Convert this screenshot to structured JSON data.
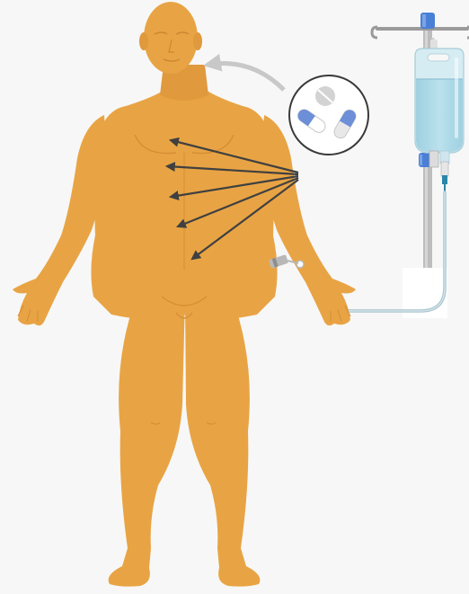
{
  "illustration": {
    "body_color": "#e8a444",
    "body_shadow": "#d9933a",
    "arrow_color": "#404040",
    "iv_fluid_color": "#a9d7e6",
    "iv_bag_color": "#d4ecf3",
    "iv_cap_color": "#4a7fd6",
    "tube_color": "#a8c4cf",
    "pole_color": "#b8b8b8",
    "pill_accent": "#6d8fd8",
    "circle_stroke": "#3a3a3a",
    "background": "#f7f7f7",
    "icons": [
      "human-body",
      "pills",
      "iv-drip-bag",
      "iv-pole",
      "catheter"
    ]
  }
}
